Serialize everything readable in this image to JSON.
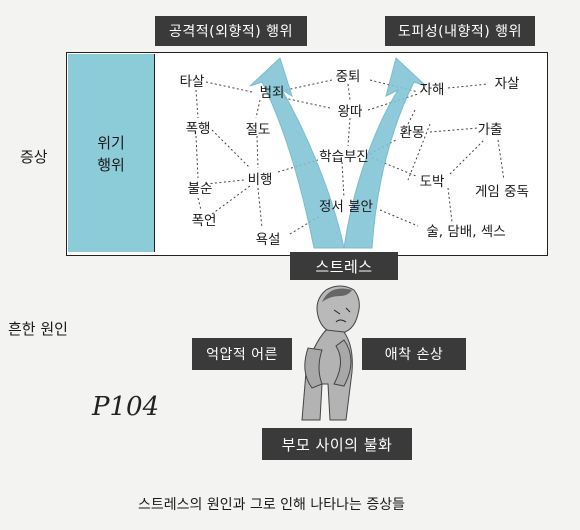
{
  "outcomes": {
    "aggressive": "공격적(외향적) 행위",
    "passive": "도피성(내향적) 행위"
  },
  "side_labels": {
    "symptoms": "증상",
    "common_causes": "흔한 원인"
  },
  "crisis": {
    "line1": "위기",
    "line2": "행위"
  },
  "behaviors": {
    "tasal": "타살",
    "beomjoe": "범죄",
    "junggtoe": "중퇴",
    "jahae": "자해",
    "jasal": "자살",
    "wangtta": "왕따",
    "pokhaeng": "폭행",
    "jeoldo": "절도",
    "hwanmong": "환몽",
    "gachul": "가출",
    "hakseup": "학습부진",
    "bulsun": "불순",
    "bihaeng": "비행",
    "dobak": "도박",
    "game": "게임 중독",
    "jeongseo": "정서 불안",
    "pogeon": "폭언",
    "yokseol": "욕설",
    "sul": "술, 담배, 섹스"
  },
  "stress": "스트레스",
  "causes": {
    "parents_oppressive": "억압적 어른",
    "attachment": "애착 손상",
    "parents_discord": "부모 사이의 불화"
  },
  "handwriting": "P104",
  "caption": "스트레스의 원인과 그로 인해 나타나는 증상들",
  "colors": {
    "accent": "#8ccbd8",
    "arrow": "#7fc3d6",
    "dark_box": "#3a3a3a"
  }
}
